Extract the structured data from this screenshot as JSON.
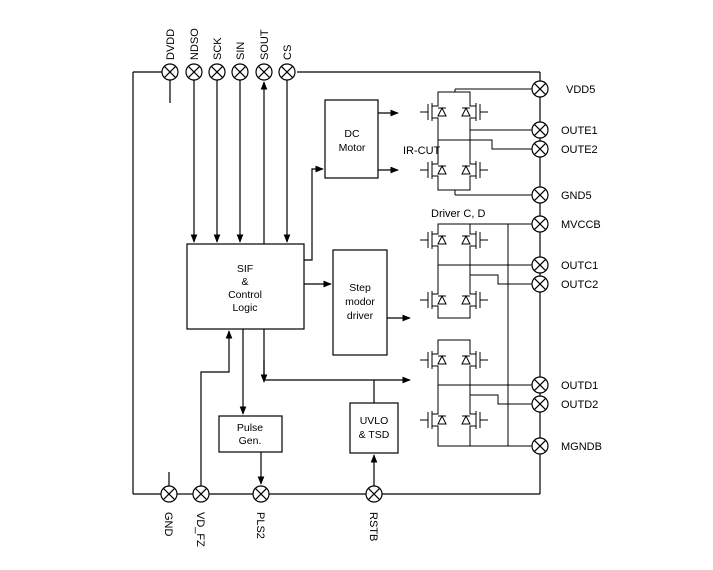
{
  "pins": {
    "top": [
      "DVDD",
      "NDSO",
      "SCK",
      "SIN",
      "SOUT",
      "CS"
    ],
    "right": [
      "VDD5",
      "OUTE1",
      "OUTE2",
      "GND5",
      "MVCCB",
      "OUTC1",
      "OUTC2",
      "OUTD1",
      "OUTD2",
      "MGNDB"
    ],
    "bottom": [
      "GND",
      "VD_FZ",
      "PLS2",
      "RSTB"
    ]
  },
  "blocks": {
    "sif_lines": [
      "SIF",
      "&",
      "Control",
      "Logic"
    ],
    "dc_motor_lines": [
      "DC",
      "Motor"
    ],
    "step_lines": [
      "Step",
      "modor",
      "driver"
    ],
    "pulse_lines": [
      "Pulse",
      "Gen."
    ],
    "uvlo_lines": [
      "UVLO",
      "& TSD"
    ]
  },
  "labels": {
    "ir_cut": "IR-CUT",
    "driver_cd": "Driver C, D"
  }
}
